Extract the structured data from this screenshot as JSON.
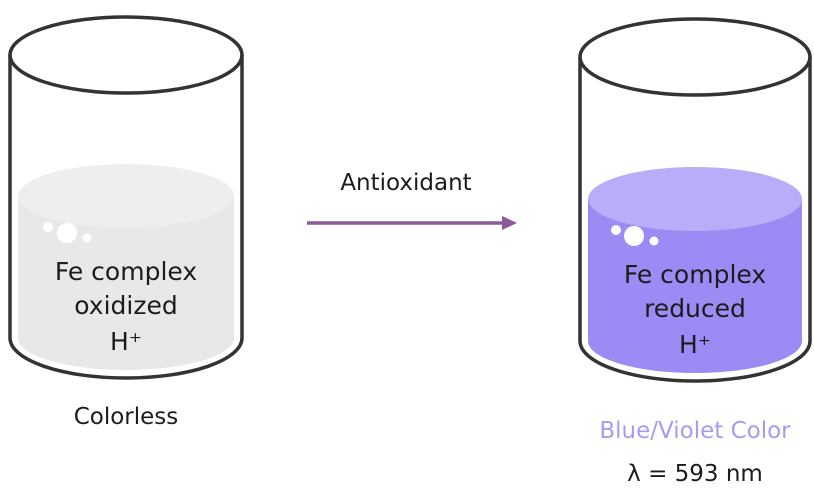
{
  "left_beaker": {
    "line1": "Fe complex",
    "line2": "oxidized",
    "line3": "H⁺",
    "caption": "Colorless",
    "liquid_color": "#e8e8e8",
    "liquid_top_color": "#eeeeee"
  },
  "arrow": {
    "label": "Antioxidant",
    "color": "#8a5a9a"
  },
  "right_beaker": {
    "line1": "Fe complex",
    "line2": "reduced",
    "line3": "H⁺",
    "caption": "Blue/Violet Color",
    "caption_color": "#a99af2",
    "wavelength": "λ = 593 nm",
    "liquid_color": "#9b8bf4",
    "liquid_top_color": "#b8adf8"
  }
}
